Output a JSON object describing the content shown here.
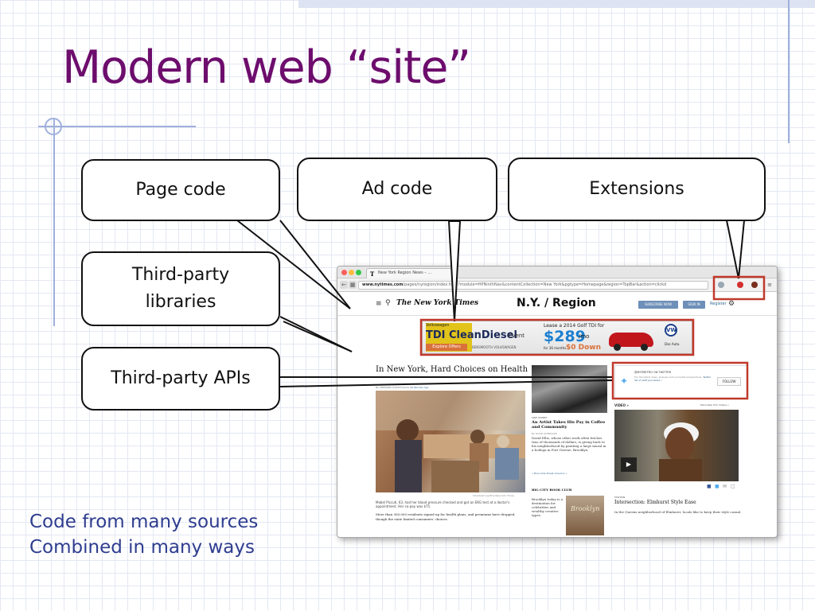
{
  "slide": {
    "title": "Modern web “site”",
    "bullets": [
      "Code from many sources",
      "Combined in many ways"
    ]
  },
  "callouts": {
    "page_code": "Page code",
    "ad_code": "Ad code",
    "extensions": "Extensions",
    "third_party_libraries": "Third-party libraries",
    "third_party_apis": "Third-party APIs"
  },
  "colors": {
    "title": "#6d0d6d",
    "bullets": "#2e3d8f",
    "highlight_box": "#c0392b",
    "grid_line": "#e4e8f3"
  },
  "browser": {
    "tab_title": "New York Region News – ...",
    "url_host": "www.nytimes.com",
    "url_path": "/pages/nyregion/index.html?module=HPNinthNav&contentCollection=New York&pgtype=Homepage&region=TopBar&action=clickd",
    "extension_icons": [
      "ext-pin-icon",
      "ext-adblock-icon",
      "ext-bug-icon",
      "menu-icon"
    ]
  },
  "nyt": {
    "logo": "The New York Times",
    "section": "N.Y. / Region",
    "subscribe_label": "SUBSCRIBE NOW",
    "signin_label": "SIGN IN",
    "register_label": "Register",
    "ad": {
      "brand": "Volkswagen",
      "product": "TDI CleanDiesel",
      "event": "Event",
      "offers": "Explore Offers",
      "dealer": "BENSMOOTH VOLKSWAGEN",
      "lease": "Lease a 2014 Golf TDI for",
      "price": "$289",
      "per_mo": "/mo",
      "months": "for 36 months",
      "down": "$0 Down",
      "tagline": "Das Auto."
    },
    "headline": "In New York, Hard Choices on Health",
    "byline": "By ANEMONA HARTOCOLLIS",
    "byline_time": "40 Minutes Ago",
    "photo_credit": "Christoph Lee/The New York Times",
    "caption": "Mabel Piccuti, 63, had her blood pressure checked and got an EKG test at a doctor's appointment. Her co-pay was $75.",
    "lead": "More than 300,000 residents signed up for health plans, and premiums have dropped, though the state limited consumers' choices.",
    "side": {
      "kicker": "SIDE STREET",
      "headline": "An Artist Takes His Pay in Coffee and Community",
      "byline": "By DAVID GONZALEZ",
      "summary": "David Ellis, whose other work often fetches tens of thousands of dollars, is giving back to his neighborhood by painting a large mural in a bodega in Fort Greene, Brooklyn.",
      "more": "» More Side Street Columns »"
    },
    "book_club": {
      "title": "BIG CITY BOOK CLUB",
      "text": "Brooklyn today is a destination for celebrities and wealthy creative types.",
      "image_text": "Brooklyn"
    },
    "twitter": {
      "handle": "@NYTMETRO ON TWITTER",
      "desc": "For the latest news, analysis and journalist perspectives.",
      "link": "Twitter list of staff journalists »",
      "follow": "FOLLOW"
    },
    "video": {
      "label": "VIDEO »",
      "more": "More New York Videos »"
    },
    "fashion": {
      "kicker": "FASHION",
      "headline": "Intersection: Elmhurst Style Ease",
      "summary": "In the Queens neighborhood of Elmhurst, locals like to keep their style casual."
    }
  }
}
